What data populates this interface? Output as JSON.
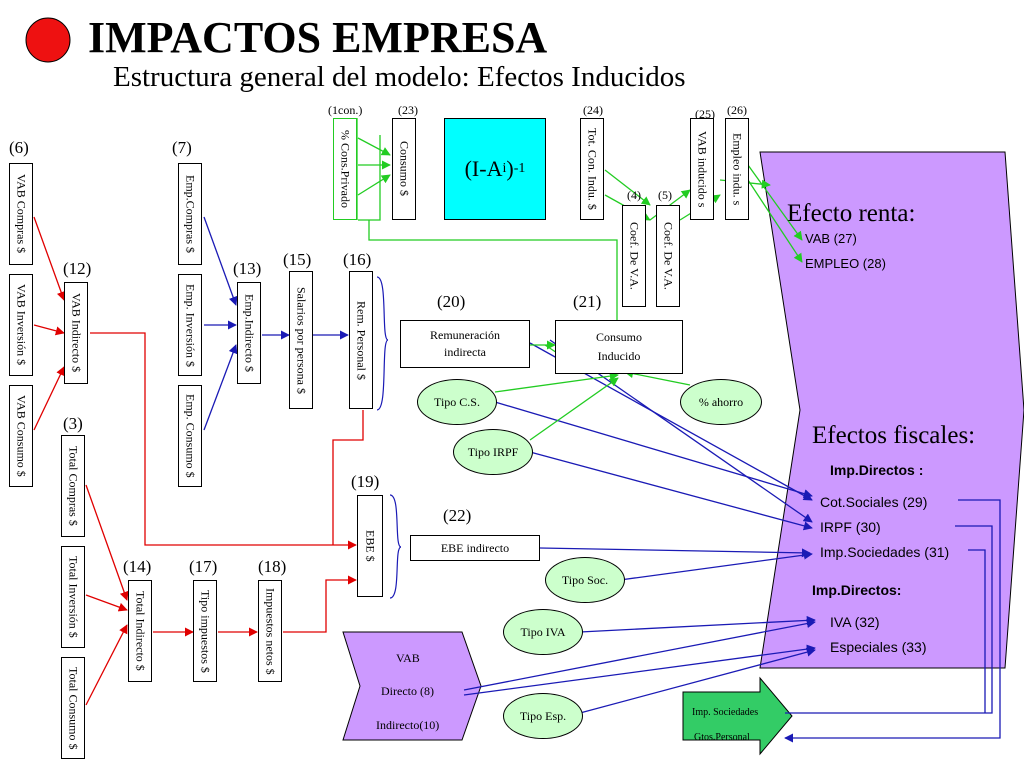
{
  "header": {
    "title": "IMPACTOS  EMPRESA",
    "subtitle": "Estructura general del modelo: Efectos Inducidos"
  },
  "colors": {
    "bullet": "#ee1111",
    "arrow_red": "#e00000",
    "arrow_blue": "#1a1ab5",
    "arrow_green": "#22cc22",
    "panel_purple": "#cc99ff",
    "ellipse_fill": "#ccffcc",
    "matrix_fill": "#00ffff",
    "green_arrow_fill": "#33cc66"
  },
  "labels": {
    "n1con": "(1con.)",
    "n23": "(23)",
    "n24": "(24)",
    "n25": "(25)",
    "n26": "(26)",
    "n4": "(4)",
    "n5": "(5)",
    "n6": "(6)",
    "n7": "(7)",
    "n12": "(12)",
    "n13": "(13)",
    "n15": "(15)",
    "n16": "(16)",
    "n20": "(20)",
    "n21": "(21)",
    "n3": "(3)",
    "n19": "(19)",
    "n22": "(22)",
    "n14": "(14)",
    "n17": "(17)",
    "n18": "(18)"
  },
  "top_row": {
    "cons_privado": "% Cons.Privado",
    "consumo": "Consumo $",
    "matrix": "(I-A",
    "matrix_sub": "i",
    "matrix_sup": "-1",
    "tot_con": "Tot. Con. Indu. $",
    "vab_inducido": "VAB inducido s",
    "empleo_indu": "Empleo indu. s",
    "coef1": "Coef. De V.A.",
    "coef2": "Coef. De V.A."
  },
  "left_cols": {
    "vab_compras": "VAB Compras $",
    "vab_inversion": "VAB Inversión $",
    "vab_consumo": "VAB Consumo $",
    "emp_compras": "Emp.Compras $",
    "emp_inversion": "Emp. Inversión $",
    "emp_consumo": "Emp. Consumo $",
    "vab_indirecto": "VAB Indirecto $",
    "emp_indirecto": "Emp.Indirecto $",
    "salarios": "Salarios por persona $",
    "rem_personal": "Rem. Personal  $",
    "total_compras": "Total Compras $",
    "total_inversion": "Total Inversión $",
    "total_consumo": "Total Consumo $",
    "total_indirecto": "Total Indirecto $",
    "tipo_impuestos": "Tipo impuestos $",
    "impuestos_netos": "Impuestos netos $",
    "ebe_s": "EBE $"
  },
  "mid": {
    "remuneracion": "Remuneración indirecta",
    "consumo_inducido_1": "Consumo",
    "consumo_inducido_2": "Inducido",
    "ebe_indirecto": "EBE indirecto",
    "tipo_cs": "Tipo C.S.",
    "ahorro": "% ahorro",
    "tipo_irpf": "Tipo IRPF",
    "tipo_soc": "Tipo Soc.",
    "tipo_iva": "Tipo IVA",
    "tipo_esp": "Tipo Esp."
  },
  "panel": {
    "efecto_renta": "Efecto renta:",
    "vab27": "VAB (27)",
    "empleo28": "EMPLEO (28)",
    "efectos_fiscales": "Efectos fiscales:",
    "imp_directos": "Imp.Directos :",
    "cot_sociales": "Cot.Sociales (29)",
    "irpf": "IRPF (30)",
    "imp_sociedades": "Imp.Sociedades (31)",
    "imp_directos2": "Imp.Directos:",
    "iva": "IVA (32)",
    "especiales": "Especiales (33)"
  },
  "vab_pentagon": {
    "vab": "VAB",
    "directo": "Directo (8)",
    "indirecto": "Indirecto(10)"
  },
  "green_arrow": {
    "line1": "Imp. Sociedades",
    "line2": "Gtos.Personal"
  }
}
